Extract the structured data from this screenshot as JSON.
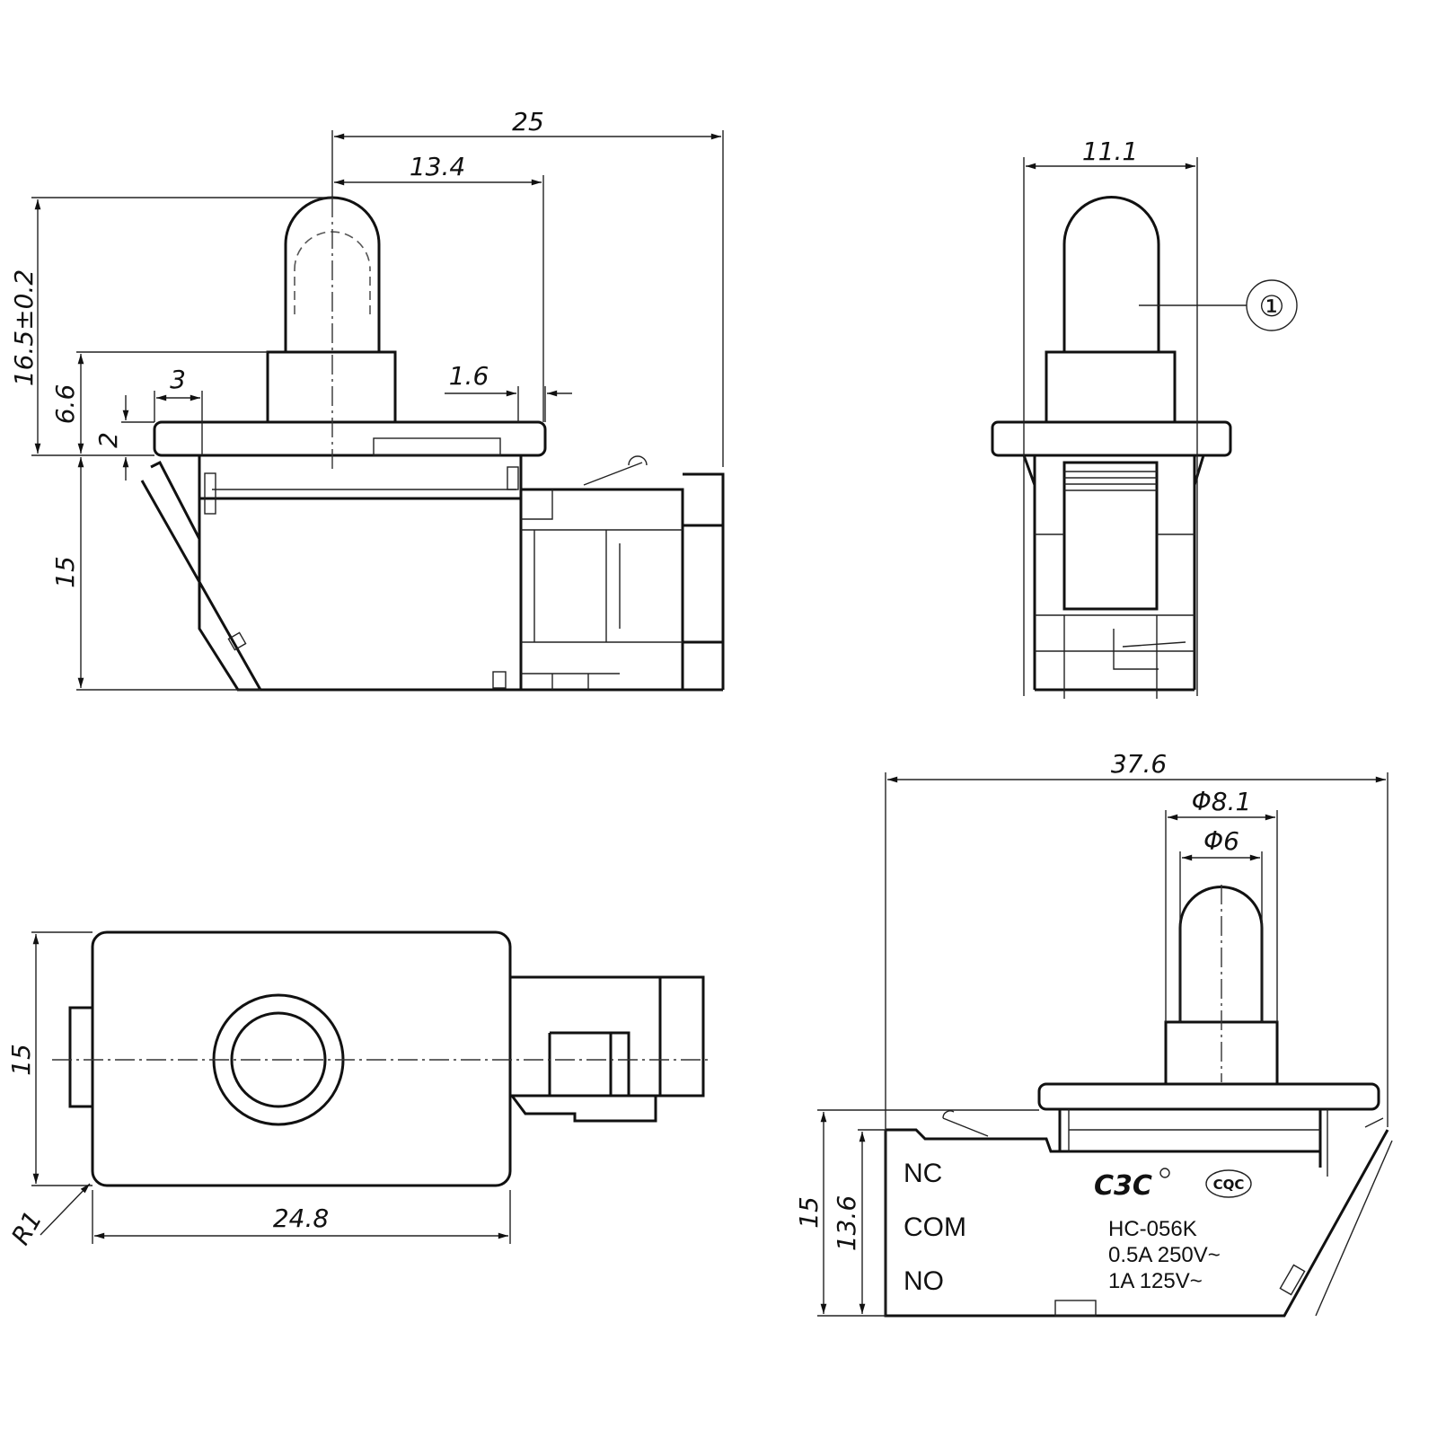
{
  "views": {
    "side": {
      "dim_overall_width": "25",
      "dim_plunger_to_flange": "13.4",
      "dim_overall_height": "16.5±0.2",
      "dim_collar_height": "6.6",
      "dim_flange_thickness": "2",
      "dim_flange_lip": "3",
      "dim_flange_edge": "1.6",
      "dim_body_height": "15"
    },
    "front": {
      "dim_flange_width": "11.1",
      "callout": "①"
    },
    "top": {
      "dim_height": "15",
      "dim_length": "24.8",
      "dim_radius": "R1"
    },
    "labelled_side": {
      "dim_overall_width": "37.6",
      "dim_collar_dia": "Φ8.1",
      "dim_plunger_dia": "Φ6",
      "dim_height": "15",
      "dim_body_height": "13.6",
      "terminals": [
        "NC",
        "COM",
        "NO"
      ],
      "brand_logo": "C3C",
      "cert_logo": "CQC",
      "model": "HC-056K",
      "rating_1": "0.5A 250V~",
      "rating_2": "1A 125V~"
    }
  }
}
